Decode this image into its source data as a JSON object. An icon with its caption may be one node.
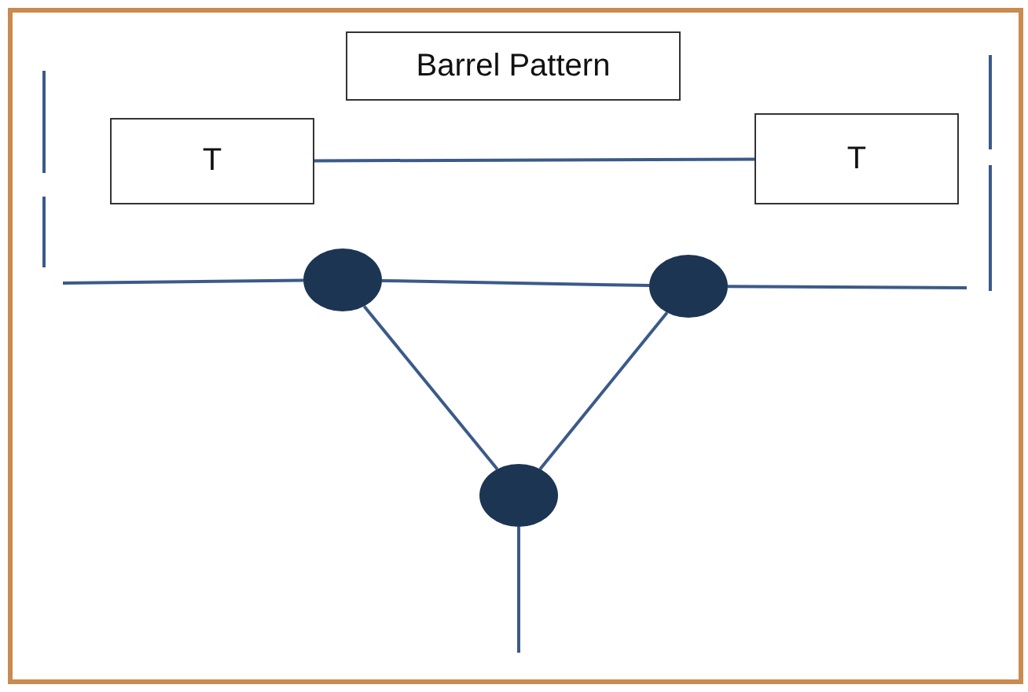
{
  "diagram": {
    "nodes": [
      {
        "text": [
          "Barrel Pattern"
        ]
      },
      {
        "text": [
          "T"
        ]
      },
      {
        "text": [
          "T"
        ]
      },
      {
        "text": [],
        "shape": "circle"
      },
      {
        "text": [],
        "shape": "circle"
      },
      {
        "text": [],
        "shape": "circle"
      }
    ],
    "edges": [
      {
        "from": 1,
        "to": 2,
        "arrow": "none"
      },
      {
        "from": null,
        "to": 3,
        "arrow": "none"
      },
      {
        "from": 3,
        "to": 4,
        "arrow": "none"
      },
      {
        "from": 4,
        "to": null,
        "arrow": "none"
      },
      {
        "from": 3,
        "to": 5,
        "arrow": "none"
      },
      {
        "from": 4,
        "to": 5,
        "arrow": "none"
      },
      {
        "from": 5,
        "to": null,
        "arrow": "none"
      }
    ]
  }
}
